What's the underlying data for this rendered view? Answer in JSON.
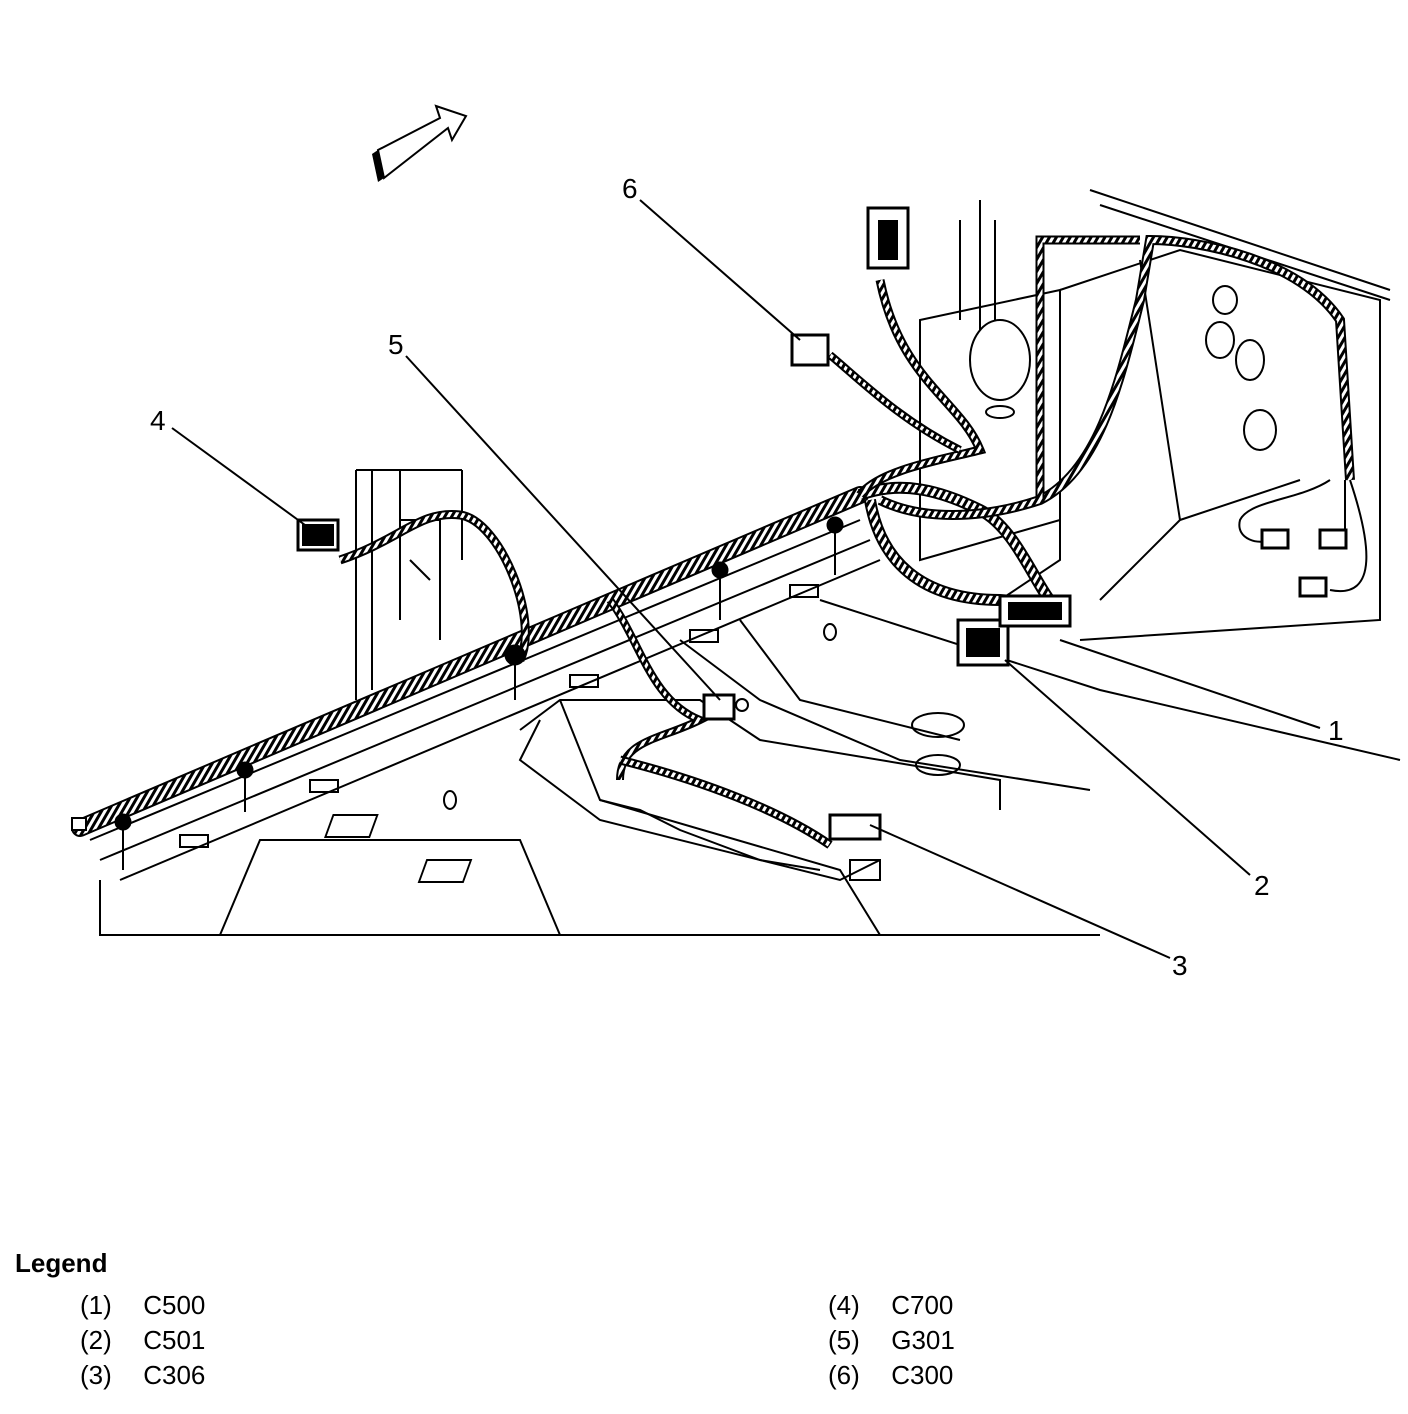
{
  "diagram": {
    "callouts": [
      {
        "id": "1",
        "label": "1"
      },
      {
        "id": "2",
        "label": "2"
      },
      {
        "id": "3",
        "label": "3"
      },
      {
        "id": "4",
        "label": "4"
      },
      {
        "id": "5",
        "label": "5"
      },
      {
        "id": "6",
        "label": "6"
      }
    ]
  },
  "legend": {
    "title": "Legend",
    "items": [
      {
        "num": "(1)",
        "code": "C500"
      },
      {
        "num": "(2)",
        "code": "C501"
      },
      {
        "num": "(3)",
        "code": "C306"
      },
      {
        "num": "(4)",
        "code": "C700"
      },
      {
        "num": "(5)",
        "code": "G301"
      },
      {
        "num": "(6)",
        "code": "C300"
      }
    ]
  }
}
